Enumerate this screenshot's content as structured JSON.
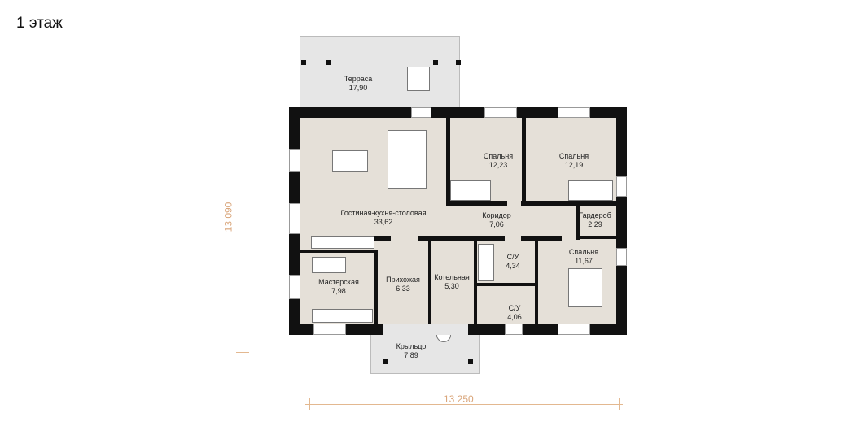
{
  "title": "1 этаж",
  "dimensions": {
    "height": "13 090",
    "width": "13 250"
  },
  "rooms": {
    "terrace": {
      "name": "Терраса",
      "area": "17,90"
    },
    "living": {
      "name": "Гостиная-кухня-столовая",
      "area": "33,62"
    },
    "bedroom1": {
      "name": "Спальня",
      "area": "12,23"
    },
    "bedroom2": {
      "name": "Спальня",
      "area": "12,19"
    },
    "corridor": {
      "name": "Коридор",
      "area": "7,06"
    },
    "wardrobe": {
      "name": "Гардероб",
      "area": "2,29"
    },
    "bedroom3": {
      "name": "Спальня",
      "area": "11,67"
    },
    "bath1": {
      "name": "С/У",
      "area": "4,34"
    },
    "bath2": {
      "name": "С/У",
      "area": "4,06"
    },
    "workshop": {
      "name": "Мастерская",
      "area": "7,98"
    },
    "hall": {
      "name": "Прихожая",
      "area": "6,33"
    },
    "boiler": {
      "name": "Котельная",
      "area": "5,30"
    },
    "porch": {
      "name": "Крыльцо",
      "area": "7,89"
    }
  },
  "colors": {
    "wall": "#111111",
    "floor": "#e5e0d8",
    "dimension": "#e3b890"
  }
}
